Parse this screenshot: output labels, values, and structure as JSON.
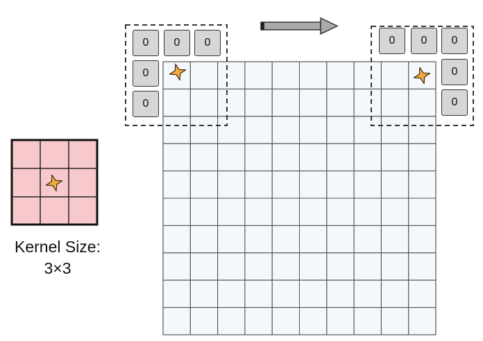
{
  "kernel": {
    "label_line1": "Kernel Size:",
    "label_line2": "3×3",
    "fill_color": "#f7c9cc",
    "border_color": "#111111"
  },
  "grid": {
    "rows": 10,
    "cols": 10,
    "cell_fill": "#f4f7fb",
    "line_color": "#555555"
  },
  "padding": {
    "value": "0",
    "left_window_cells": [
      "0",
      "0",
      "0",
      "0",
      "0"
    ],
    "right_window_cells": [
      "0",
      "0",
      "0",
      "0",
      "0"
    ],
    "cell_fill": "#d6d6d6"
  },
  "arrow": {
    "direction": "right",
    "color": "#aaaaaa"
  },
  "icons": {
    "kernel_center": "four-point-star-icon",
    "star_color": "#f2a93b"
  }
}
